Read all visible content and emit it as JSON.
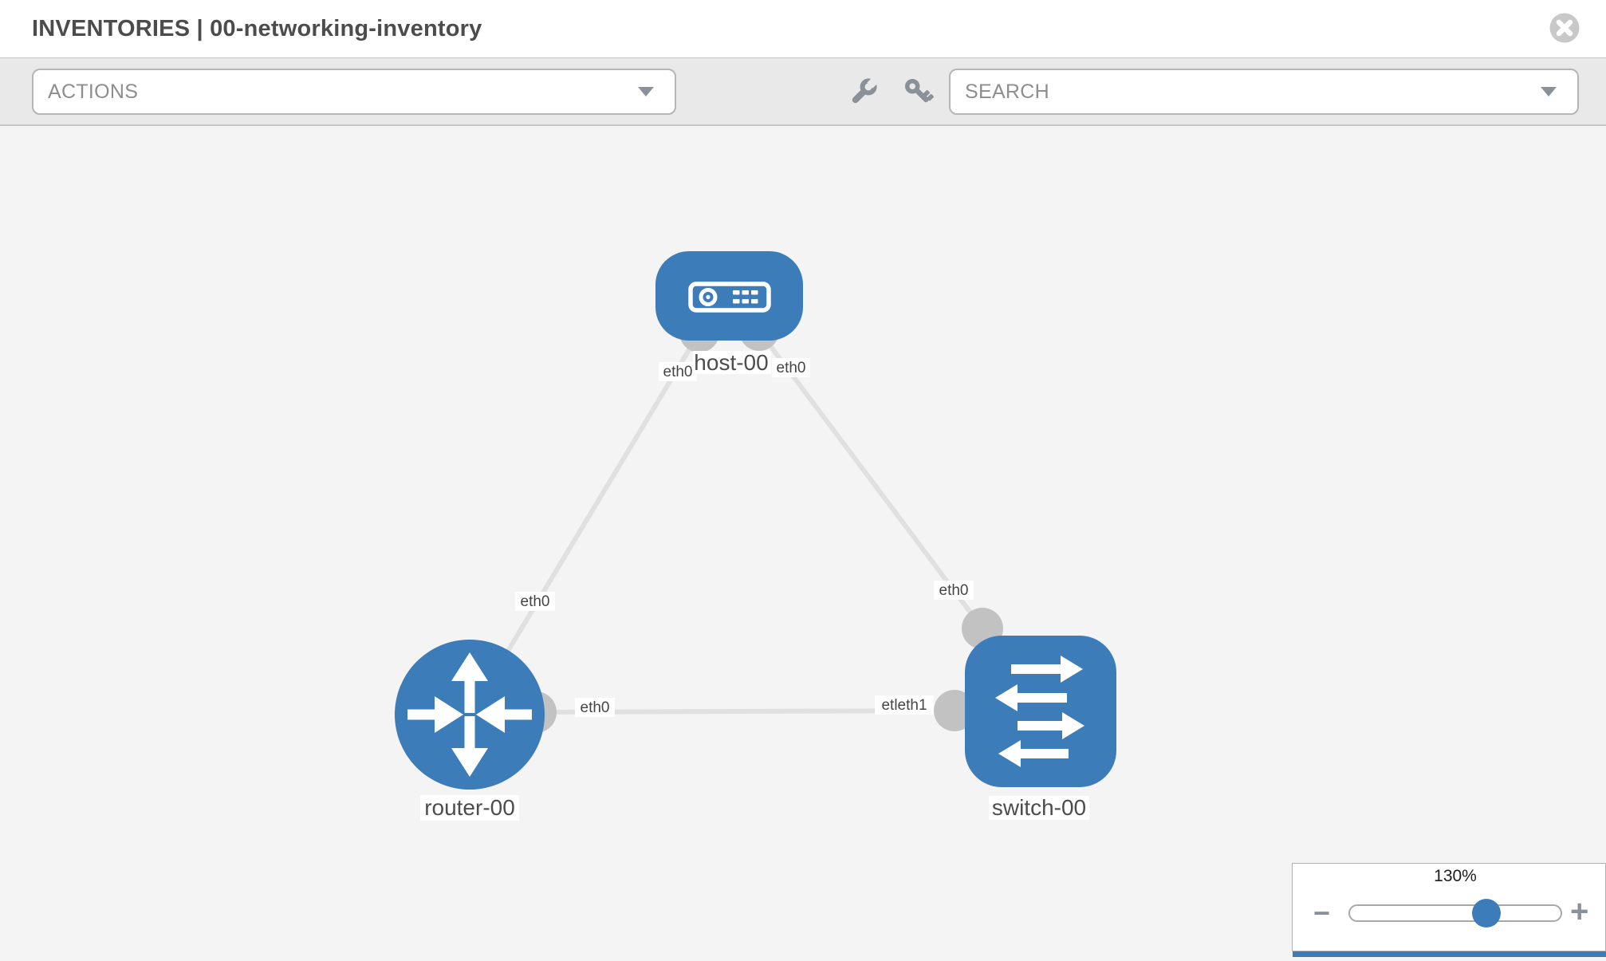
{
  "header": {
    "title": "INVENTORIES | 00-networking-inventory"
  },
  "toolbar": {
    "actions_label": "ACTIONS",
    "search_label": "SEARCH"
  },
  "icons": {
    "header_close": "close-circle-icon",
    "toolbar": [
      "wrench-icon",
      "key-icon"
    ],
    "dropdown": "caret-down-icon",
    "zoom": [
      "minus-icon",
      "plus-icon"
    ]
  },
  "topology": {
    "nodes": [
      {
        "id": "host-00",
        "label": "host-00",
        "type": "host"
      },
      {
        "id": "router-00",
        "label": "router-00",
        "type": "router"
      },
      {
        "id": "switch-00",
        "label": "switch-00",
        "type": "switch"
      }
    ],
    "links": [
      {
        "from": "host-00",
        "to": "router-00",
        "from_label": "eth0",
        "to_label": "eth0"
      },
      {
        "from": "host-00",
        "to": "switch-00",
        "from_label": "eth0",
        "to_label": "eth0"
      },
      {
        "from": "router-00",
        "to": "switch-00",
        "from_label": "eth0",
        "to_label": "etleth1"
      }
    ],
    "colors": {
      "node_blue": "#3b7cb9",
      "link_gray": "#e0e0e0",
      "connector_gray": "#c2c2c2",
      "canvas_bg": "#f4f4f4",
      "toolbar_bg": "#e9e9e9"
    }
  },
  "zoom_control": {
    "level": "130%",
    "minus_label": "−",
    "plus_label": "+"
  }
}
